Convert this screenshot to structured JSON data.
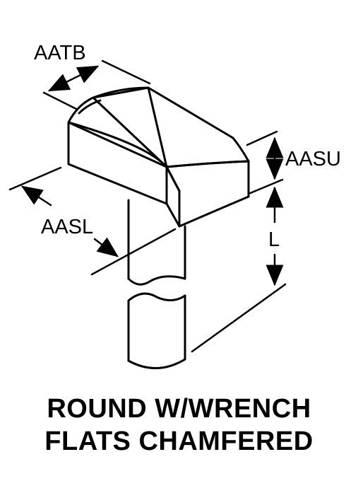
{
  "labels": {
    "aatb": "AATB",
    "aasu": "AASU",
    "aasl": "AASL",
    "l": "L"
  },
  "caption": {
    "line1": "ROUND W/WRENCH",
    "line2": "FLATS CHAMFERED"
  },
  "colors": {
    "ink": "#000000",
    "background": "#ffffff"
  }
}
